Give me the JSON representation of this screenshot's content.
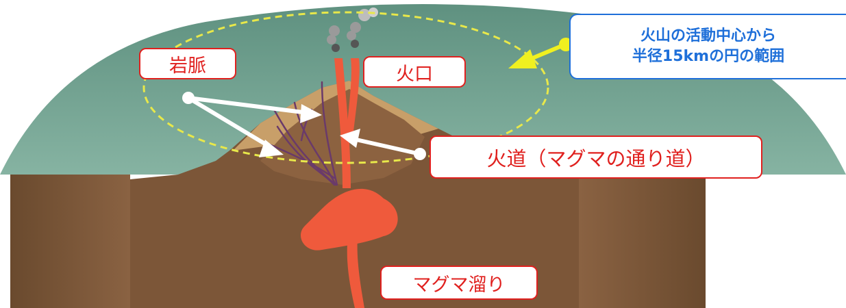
{
  "labels": {
    "ganmyaku": "岩脈",
    "kako": "火口",
    "kadou": "火道（マグマの通り道）",
    "magmadamari": "マグマ溜り",
    "radius_line1": "火山の活動中心から",
    "radius_line2": "半径15kmの円の範囲"
  },
  "colors": {
    "ground_brown": "#7a5535",
    "surface_green": "#6a9c88",
    "magma": "#ef5a3c",
    "label_red": "#e0201e",
    "label_blue": "#1e6fd9",
    "dashed_circle": "#e8e84a",
    "arrow_yellow": "#f0f020"
  }
}
